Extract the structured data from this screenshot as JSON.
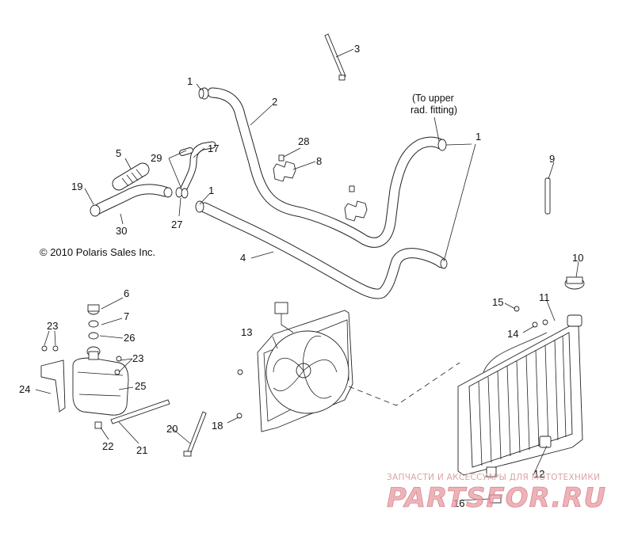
{
  "copyright": "© 2010 Polaris Sales Inc.",
  "note_lines": [
    "(To upper",
    "rad. fitting)"
  ],
  "callouts": {
    "c1a": "1",
    "c1b": "1",
    "c1c": "1",
    "c2": "2",
    "c3": "3",
    "c4": "4",
    "c5": "5",
    "c6": "6",
    "c7": "7",
    "c8": "8",
    "c9": "9",
    "c10": "10",
    "c11": "11",
    "c12": "12",
    "c13": "13",
    "c14": "14",
    "c15": "15",
    "c16": "16",
    "c17": "17",
    "c18": "18",
    "c19": "19",
    "c20": "20",
    "c21": "21",
    "c22": "22",
    "c23a": "23",
    "c23b": "23",
    "c24": "24",
    "c25": "25",
    "c26": "26",
    "c27": "27",
    "c28": "28",
    "c29": "29",
    "c30": "30"
  },
  "watermark": {
    "tagline": "ЗАПЧАСТИ И АКСЕССУАРЫ ДЛЯ МОТОТЕХНИКИ",
    "brand": "PARTSFOR.RU"
  }
}
